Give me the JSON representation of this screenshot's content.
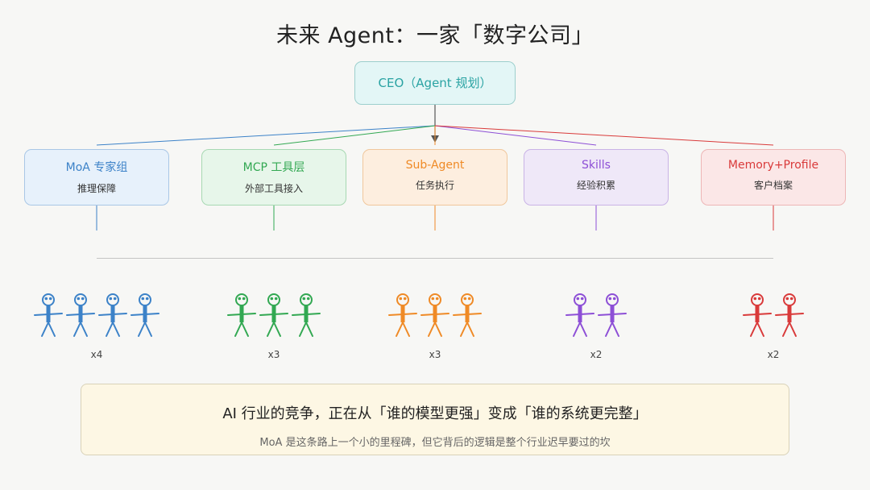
{
  "title": "未来 Agent：一家「数字公司」",
  "ceo": {
    "label": "CEO（Agent 规划）",
    "color": "#2aa3a3"
  },
  "departments": [
    {
      "id": "moa",
      "name": "MoA 专家组",
      "desc": "推理保障",
      "color": "#3c82c8",
      "bg": "#e7f1fb",
      "border": "#a9c7e6",
      "count_label": "x4",
      "people": 4
    },
    {
      "id": "mcp",
      "name": "MCP 工具层",
      "desc": "外部工具接入",
      "color": "#32a852",
      "bg": "#e7f6ea",
      "border": "#a7d8b2",
      "count_label": "x3",
      "people": 3
    },
    {
      "id": "subagent",
      "name": "Sub-Agent",
      "desc": "任务执行",
      "color": "#ef8a26",
      "bg": "#fdeedf",
      "border": "#f0c79c",
      "count_label": "x3",
      "people": 3
    },
    {
      "id": "skills",
      "name": "Skills",
      "desc": "经验积累",
      "color": "#8d4fd6",
      "bg": "#efe8f8",
      "border": "#c9b3e6",
      "count_label": "x2",
      "people": 2
    },
    {
      "id": "memory",
      "name": "Memory+Profile",
      "desc": "客户档案",
      "color": "#d93a3a",
      "bg": "#fbe7e7",
      "border": "#edb6b6",
      "count_label": "x2",
      "people": 2
    }
  ],
  "banner": {
    "main": "AI 行业的竞争，正在从「谁的模型更强」变成「谁的系统更完整」",
    "sub": "MoA 是这条路上一个小的里程碑，但它背后的逻辑是整个行业迟早要过的坎"
  }
}
